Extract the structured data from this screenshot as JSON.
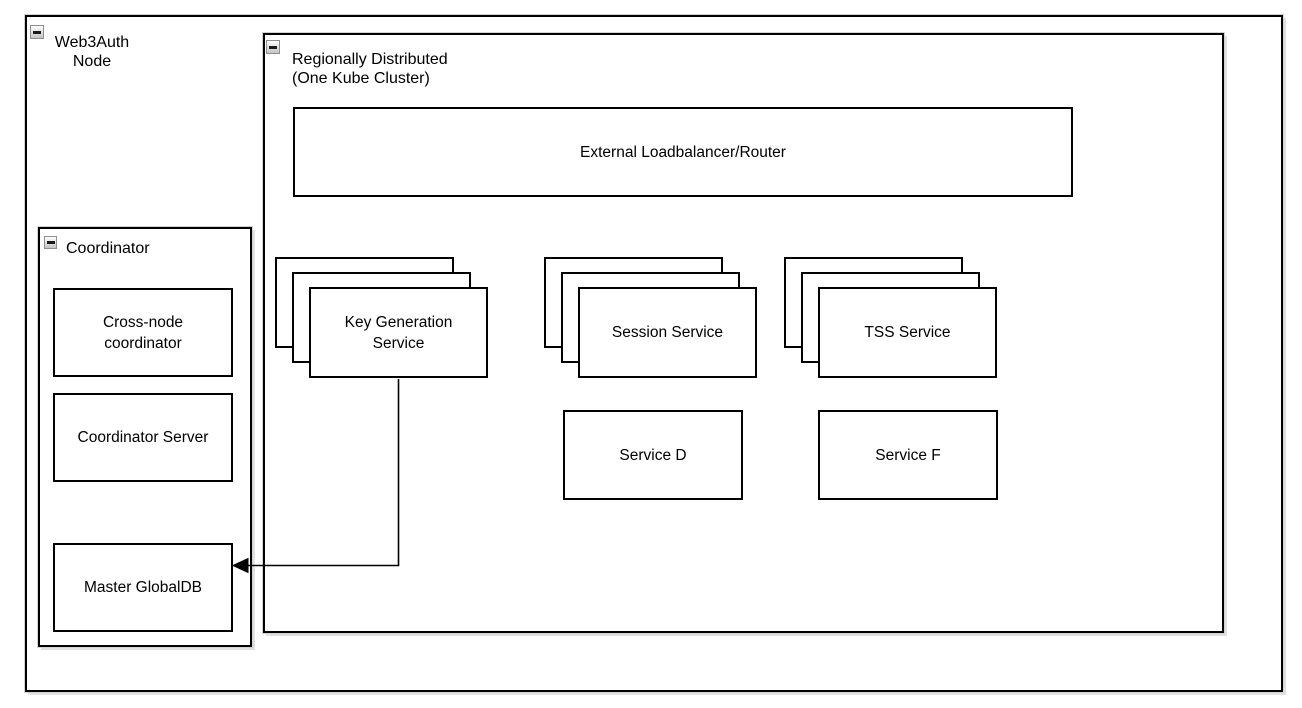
{
  "diagram": {
    "web3auth_node": {
      "label_line1": "Web3Auth",
      "label_line2": "Node"
    },
    "region": {
      "label_line1": "Regionally Distributed",
      "label_line2": "(One Kube Cluster)"
    },
    "external_lb": {
      "label": "External Loadbalancer/Router"
    },
    "stacks": [
      {
        "label": "Key Generation Service",
        "replicas_shown": 3
      },
      {
        "label": "Session Service",
        "replicas_shown": 3
      },
      {
        "label": "TSS Service",
        "replicas_shown": 3
      }
    ],
    "services": [
      {
        "label": "Service D"
      },
      {
        "label": "Service F"
      }
    ],
    "coordinator": {
      "label": "Coordinator",
      "children": [
        {
          "label": "Cross-node coordinator"
        },
        {
          "label": "Coordinator Server"
        },
        {
          "label": "Master GlobalDB"
        }
      ]
    },
    "edges": [
      {
        "from": "Key Generation Service",
        "to": "Master GlobalDB",
        "style": "orthogonal-arrow"
      }
    ],
    "icons": {
      "collapse": "minus-collapse-toggle"
    },
    "colors": {
      "stroke": "#000000",
      "fill": "#ffffff",
      "shadow": "#d2d2d2"
    }
  }
}
